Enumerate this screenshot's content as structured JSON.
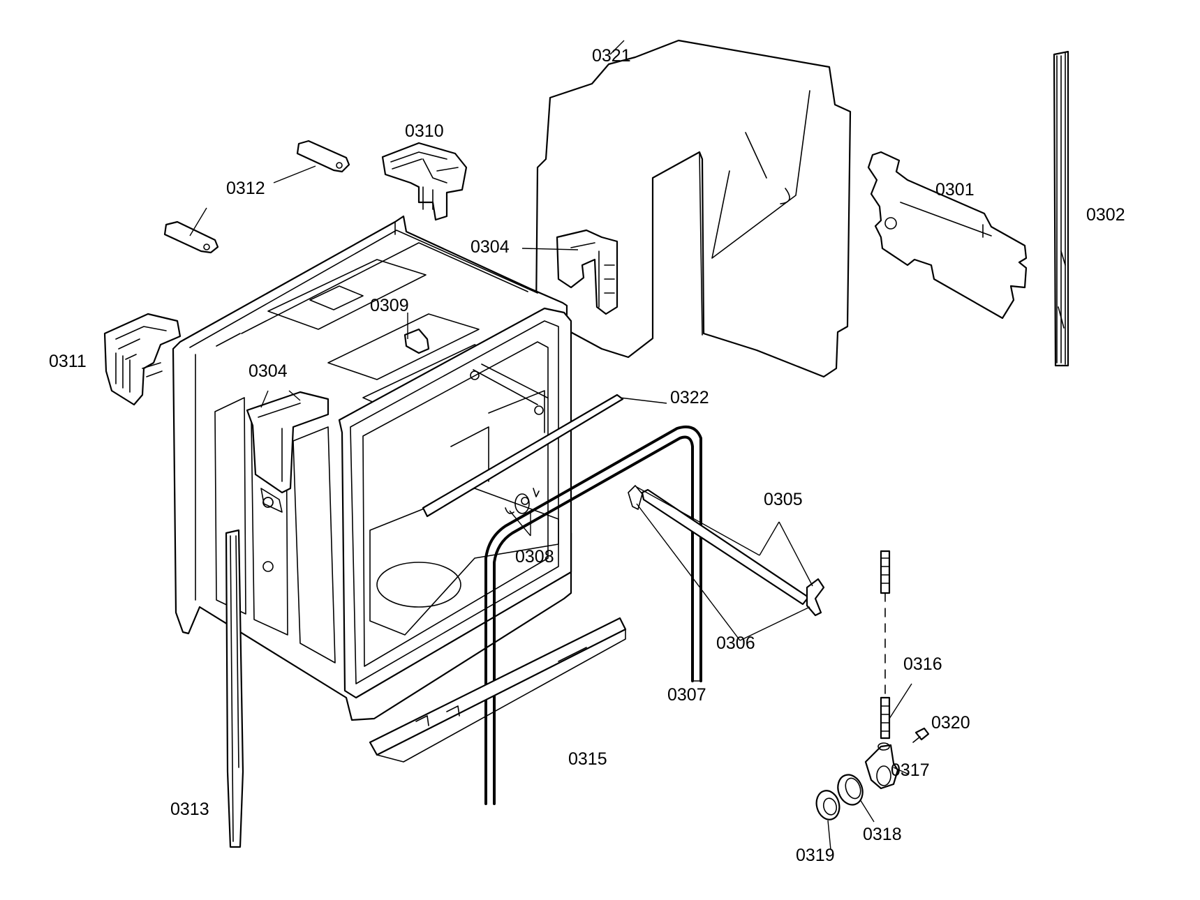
{
  "diagram": {
    "labels": {
      "l0321": "0321",
      "l0310": "0310",
      "l0312": "0312",
      "l0301": "0301",
      "l0302": "0302",
      "l0304a": "0304",
      "l0309": "0309",
      "l0311": "0311",
      "l0304b": "0304",
      "l0322": "0322",
      "l0305": "0305",
      "l0308": "0308",
      "l0306": "0306",
      "l0316": "0316",
      "l0307": "0307",
      "l0320": "0320",
      "l0315": "0315",
      "l0317": "0317",
      "l0313": "0313",
      "l0318": "0318",
      "l0319": "0319"
    }
  }
}
